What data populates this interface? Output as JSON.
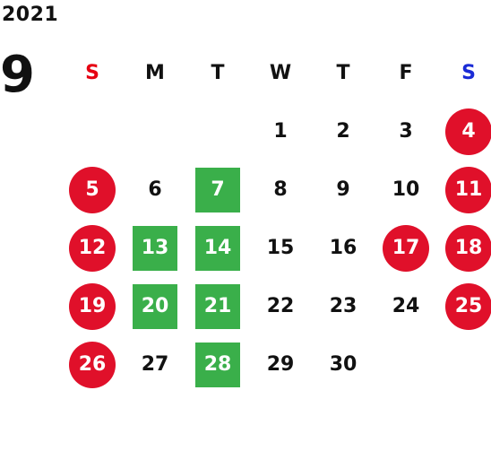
{
  "year": "2021",
  "month": "9",
  "colors": {
    "sunday_header": "#e60012",
    "saturday_header": "#1a2bd6",
    "weekday_header": "#111111",
    "holiday_circle": "#e0102a",
    "marked_square": "#3aaf4a"
  },
  "weekdays": [
    "S",
    "M",
    "T",
    "W",
    "T",
    "F",
    "S"
  ],
  "weeks": [
    [
      {
        "d": ""
      },
      {
        "d": ""
      },
      {
        "d": ""
      },
      {
        "d": "1"
      },
      {
        "d": "2"
      },
      {
        "d": "3"
      },
      {
        "d": "4",
        "style": "holiday"
      }
    ],
    [
      {
        "d": "5",
        "style": "holiday"
      },
      {
        "d": "6"
      },
      {
        "d": "7",
        "style": "marked"
      },
      {
        "d": "8"
      },
      {
        "d": "9"
      },
      {
        "d": "10"
      },
      {
        "d": "11",
        "style": "holiday"
      }
    ],
    [
      {
        "d": "12",
        "style": "holiday"
      },
      {
        "d": "13",
        "style": "marked"
      },
      {
        "d": "14",
        "style": "marked"
      },
      {
        "d": "15"
      },
      {
        "d": "16"
      },
      {
        "d": "17",
        "style": "holiday"
      },
      {
        "d": "18",
        "style": "holiday"
      }
    ],
    [
      {
        "d": "19",
        "style": "holiday"
      },
      {
        "d": "20",
        "style": "marked"
      },
      {
        "d": "21",
        "style": "marked"
      },
      {
        "d": "22"
      },
      {
        "d": "23"
      },
      {
        "d": "24"
      },
      {
        "d": "25",
        "style": "holiday"
      }
    ],
    [
      {
        "d": "26",
        "style": "holiday"
      },
      {
        "d": "27"
      },
      {
        "d": "28",
        "style": "marked"
      },
      {
        "d": "29"
      },
      {
        "d": "30"
      },
      {
        "d": ""
      },
      {
        "d": ""
      }
    ]
  ]
}
